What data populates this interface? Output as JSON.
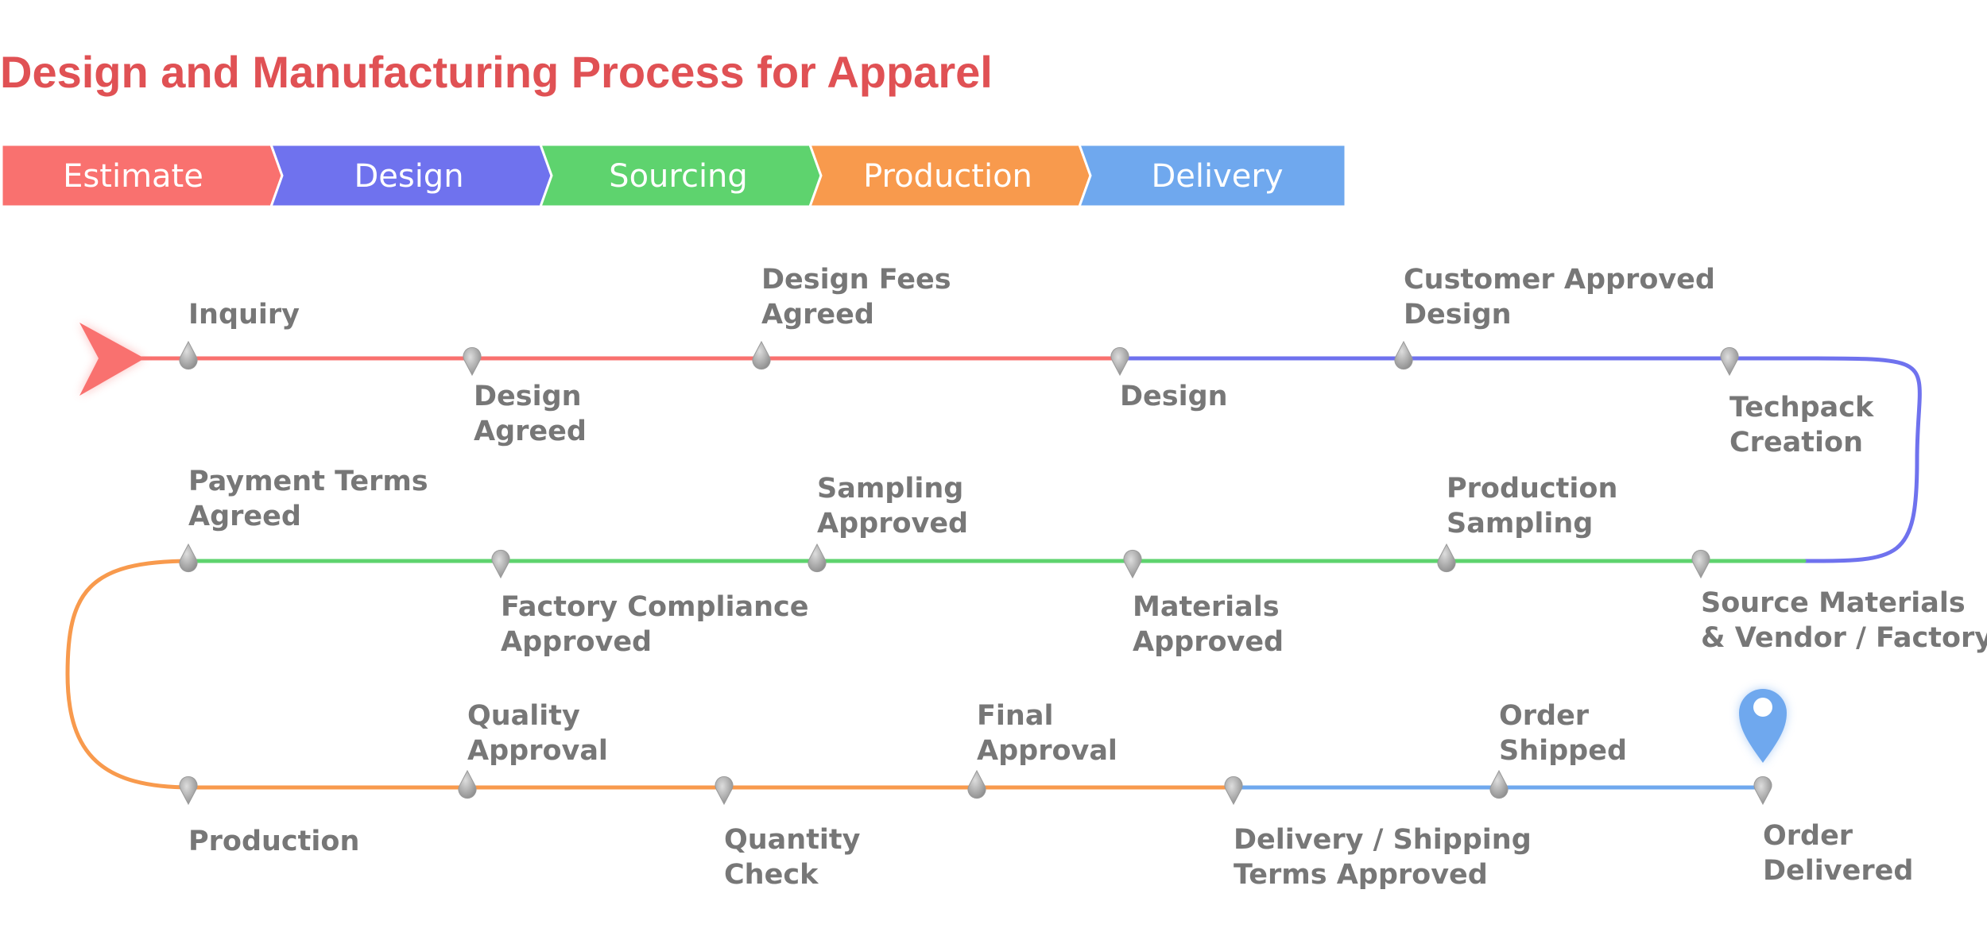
{
  "title": "Design and Manufacturing Process for Apparel",
  "colors": {
    "title": "#e05154",
    "estimate": "#f9716f",
    "design": "#6f72ee",
    "sourcing": "#5ed36e",
    "production": "#f89a4d",
    "delivery": "#6fa8ee",
    "label": "#777777",
    "marker": "#a9a9a9"
  },
  "phases": [
    {
      "label": "Estimate",
      "color": "#f9716f"
    },
    {
      "label": "Design",
      "color": "#6f72ee"
    },
    {
      "label": "Sourcing",
      "color": "#5ed36e"
    },
    {
      "label": "Production",
      "color": "#f89a4d"
    },
    {
      "label": "Delivery",
      "color": "#6fa8ee"
    }
  ],
  "start_icon": "start-arrow-icon",
  "end_icon": "map-pin-icon",
  "steps": [
    {
      "label": [
        "Inquiry"
      ]
    },
    {
      "label": [
        "Design",
        "Agreed"
      ]
    },
    {
      "label": [
        "Design Fees",
        "Agreed"
      ]
    },
    {
      "label": [
        "Design"
      ]
    },
    {
      "label": [
        "Customer Approved",
        "Design"
      ]
    },
    {
      "label": [
        "Techpack",
        "Creation"
      ]
    },
    {
      "label": [
        "Source Materials",
        "& Vendor / Factory"
      ]
    },
    {
      "label": [
        "Production",
        "Sampling"
      ]
    },
    {
      "label": [
        "Materials",
        "Approved"
      ]
    },
    {
      "label": [
        "Sampling",
        "Approved"
      ]
    },
    {
      "label": [
        "Factory Compliance",
        "Approved"
      ]
    },
    {
      "label": [
        "Payment Terms",
        "Agreed"
      ]
    },
    {
      "label": [
        "Production"
      ]
    },
    {
      "label": [
        "Quality",
        "Approval"
      ]
    },
    {
      "label": [
        "Quantity",
        "Check"
      ]
    },
    {
      "label": [
        "Final",
        "Approval"
      ]
    },
    {
      "label": [
        "Delivery / Shipping",
        "Terms Approved"
      ]
    },
    {
      "label": [
        "Order",
        "Shipped"
      ]
    },
    {
      "label": [
        "Order",
        "Delivered"
      ]
    }
  ]
}
